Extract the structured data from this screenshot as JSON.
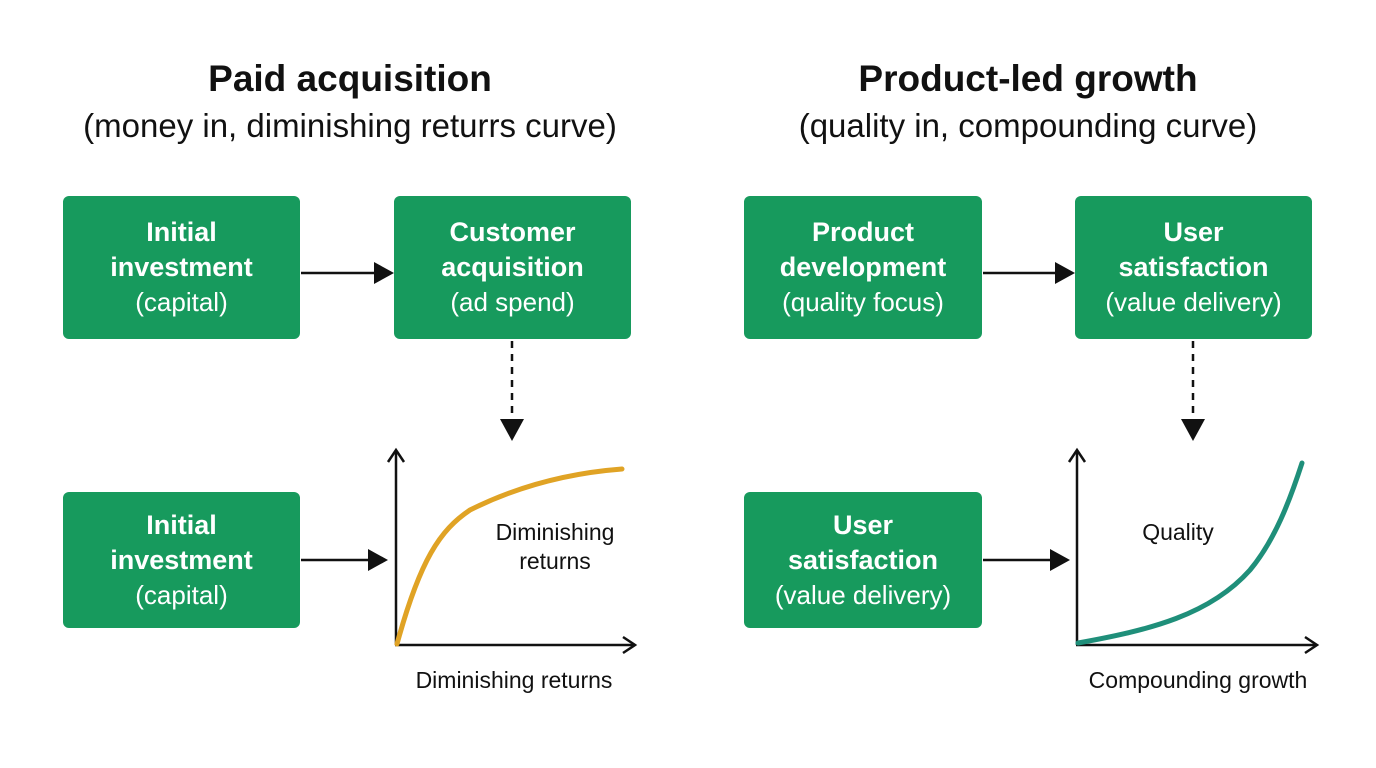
{
  "colors": {
    "box_fill": "#179a5d",
    "box_text": "#ffffff",
    "curve_diminishing": "#e0a325",
    "curve_compounding": "#1f8f7a",
    "line": "#111111"
  },
  "left": {
    "title": "Paid acquisition",
    "subtitle": "(money in, diminishing returrs curve)",
    "box_top_left": {
      "line1": "Initial",
      "line2": "investment",
      "line3": "(capital)"
    },
    "box_top_right": {
      "line1": "Customer",
      "line2": "acquisition",
      "line3": "(ad spend)"
    },
    "box_bottom": {
      "line1": "Initial",
      "line2": "investment",
      "line3": "(capital)"
    },
    "curve_label_line1": "Diminishing",
    "curve_label_line2": "returns",
    "axis_label": "Diminishing returns"
  },
  "right": {
    "title": "Product-led growth",
    "subtitle": "(quality in, compounding curve)",
    "box_top_left": {
      "line1": "Product",
      "line2": "development",
      "line3": "(quality focus)"
    },
    "box_top_right": {
      "line1": "User",
      "line2": "satisfaction",
      "line3": "(value delivery)"
    },
    "box_bottom": {
      "line1": "User",
      "line2": "satisfaction",
      "line3": "(value delivery)"
    },
    "curve_label": "Quality",
    "axis_label": "Compounding growth"
  }
}
